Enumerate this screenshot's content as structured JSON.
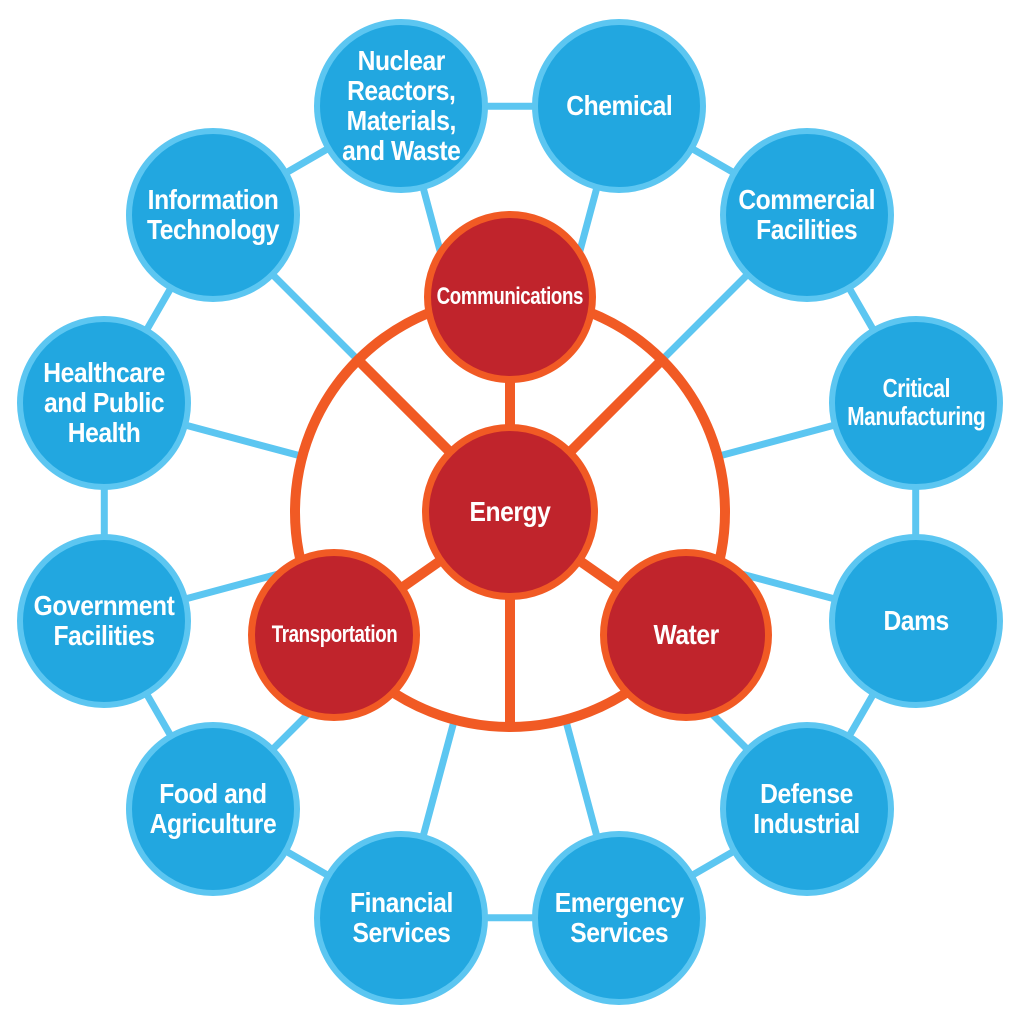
{
  "theme": {
    "background": "#ffffff",
    "blue-fill": "#22A7E0",
    "blue-line": "#5CC6F1",
    "red-fill": "#C0242C",
    "orange": "#F15A24",
    "label-color": "#FFFFFF"
  },
  "nodes": {
    "center": {
      "label": "Energy"
    },
    "inner": [
      {
        "label": "Communications"
      },
      {
        "label": "Transportation"
      },
      {
        "label": "Water"
      }
    ],
    "outer": [
      {
        "label": "Nuclear\nReactors,\nMaterials,\nand Waste"
      },
      {
        "label": "Chemical"
      },
      {
        "label": "Commercial\nFacilities"
      },
      {
        "label": "Critical\nManufacturing"
      },
      {
        "label": "Dams"
      },
      {
        "label": "Defense\nIndustrial"
      },
      {
        "label": "Emergency\nServices"
      },
      {
        "label": "Financial\nServices"
      },
      {
        "label": "Food and\nAgriculture"
      },
      {
        "label": "Government\nFacilities"
      },
      {
        "label": "Healthcare\nand Public\nHealth"
      },
      {
        "label": "Information\nTechnology"
      }
    ]
  }
}
